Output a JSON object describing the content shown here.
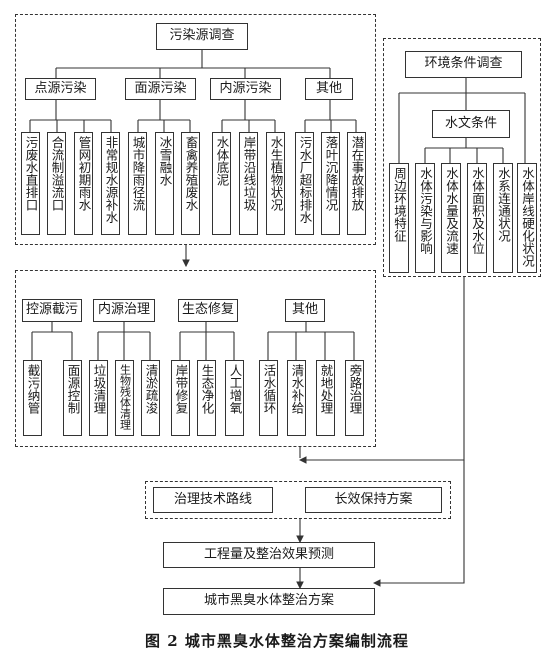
{
  "pollution_survey": {
    "title": "污染源调查",
    "categories": [
      {
        "label": "点源污染",
        "items": [
          "污废水直排口",
          "合流制溢流口",
          "管网初期雨水",
          "非常规水源补水"
        ]
      },
      {
        "label": "面源污染",
        "items": [
          "城市降雨径流",
          "冰雪融水",
          "畜禽养殖废水"
        ]
      },
      {
        "label": "内源污染",
        "items": [
          "水体底泥",
          "岸带沿线垃圾",
          "水生植物状况"
        ]
      },
      {
        "label": "其他",
        "items": [
          "污水厂超标排水",
          "落叶沉降情况",
          "潜在事故排放"
        ]
      }
    ]
  },
  "environment_survey": {
    "title": "环境条件调查",
    "hydro_label": "水文条件",
    "items": [
      "周边环境特征",
      "水体污染与影响",
      "水体水量及流速",
      "水体面积及水位",
      "水系连通状况",
      "水体岸线硬化状况"
    ]
  },
  "measures": {
    "categories": [
      {
        "label": "控源截污",
        "items": [
          "截污纳管",
          "面源控制"
        ]
      },
      {
        "label": "内源治理",
        "items": [
          "垃圾清理",
          "生物残体清理",
          "清淤疏浚"
        ]
      },
      {
        "label": "生态修复",
        "items": [
          "岸带修复",
          "生态净化",
          "人工增氧"
        ]
      },
      {
        "label": "其他",
        "items": [
          "活水循环",
          "清水补给",
          "就地处理",
          "旁路治理"
        ]
      }
    ]
  },
  "plan": {
    "route": "治理技术路线",
    "long_term": "长效保持方案",
    "forecast": "工程量及整治效果预测",
    "final": "城市黑臭水体整治方案"
  },
  "caption": "图 2  城市黑臭水体整治方案编制流程"
}
